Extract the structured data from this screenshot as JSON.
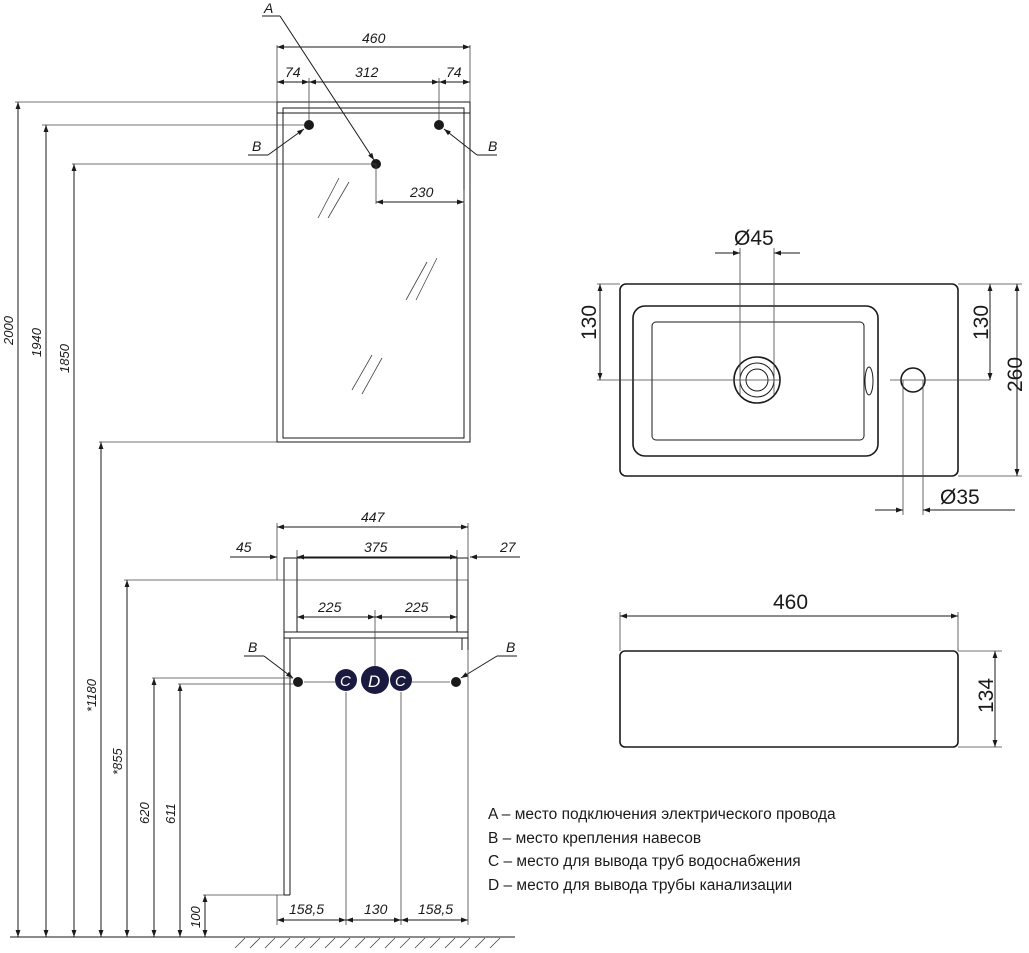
{
  "cabinet_dims": {
    "top_width": "460",
    "top_left": "74",
    "top_mid": "312",
    "top_right": "74",
    "a_offset": "230",
    "base_width": "447",
    "base_left": "45",
    "base_mid": "375",
    "base_right": "27",
    "half_left": "225",
    "half_right": "225",
    "bottom_left": "158,5",
    "bottom_mid": "130",
    "bottom_right": "158,5"
  },
  "heights": {
    "h2000": "2000",
    "h1940": "1940",
    "h1850": "1850",
    "h1180": "*1180",
    "h855": "*855",
    "h620": "620",
    "h611": "611",
    "h100": "100"
  },
  "markers": {
    "a": "A",
    "b": "B",
    "c": "C",
    "d": "D"
  },
  "sink_top": {
    "d45": "Ø45",
    "d35": "Ø35",
    "left_130": "130",
    "right_130": "130",
    "h260": "260"
  },
  "sink_front": {
    "w460": "460",
    "h134": "134"
  },
  "legend": [
    "A – место подключения электрического провода",
    "B – место крепления навесов",
    "C – место для вывода труб водоснабжения",
    "D – место для вывода трубы канализации"
  ]
}
